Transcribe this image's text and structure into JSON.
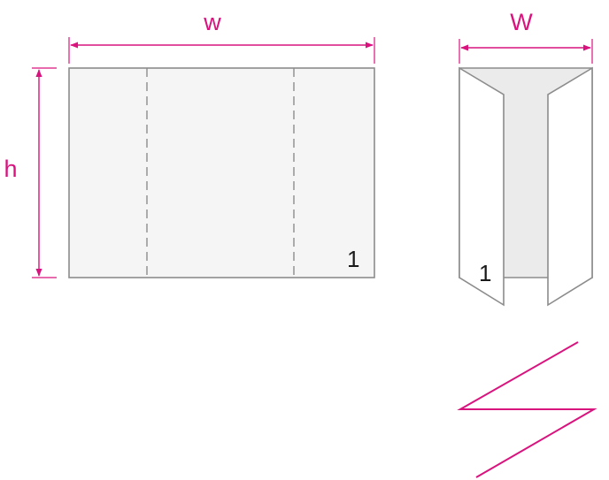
{
  "flat_sheet": {
    "width_label": "w",
    "height_label": "h",
    "page_number": "1"
  },
  "folded_leaflet": {
    "width_label": "W",
    "page_number": "1"
  },
  "colors": {
    "accent": "#d9137e",
    "sheet_fill": "#f5f5f5",
    "sheet_stroke": "#8c8c8c",
    "inner_fill": "#e8e8e8",
    "text": "#1a1a1a"
  }
}
